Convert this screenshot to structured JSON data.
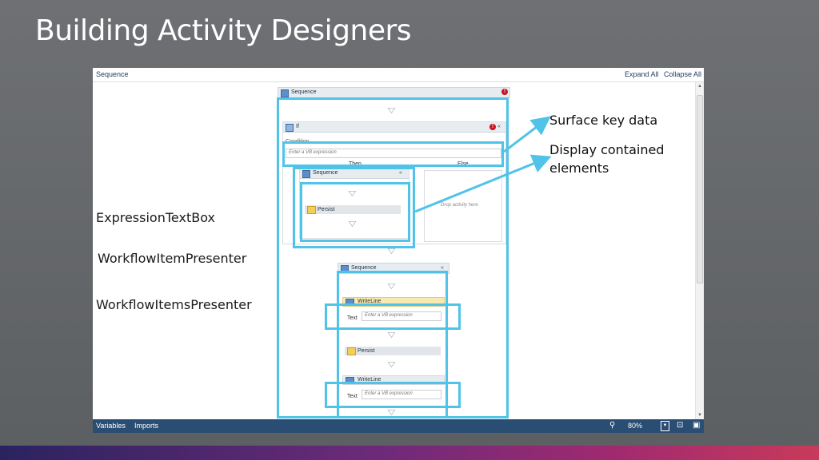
{
  "slide": {
    "title": "Building Activity Designers"
  },
  "designer": {
    "breadcrumb": "Sequence",
    "expand_all": "Expand All",
    "collapse_all": "Collapse All"
  },
  "activities": {
    "outer_sequence": "Sequence",
    "if_label": "If",
    "condition_label": "Condition",
    "condition_placeholder": "Enter a VB expression",
    "then_label": "Then",
    "else_label": "Else",
    "inner_sequence": "Sequence",
    "persist_label": "Persist",
    "drop_hint": "Drop activity here",
    "sequence2": "Sequence",
    "writeline_label": "WriteLine",
    "text_label": "Text",
    "text_placeholder": "Enter a VB expression",
    "persist2_label": "Persist",
    "writeline2_label": "WriteLine",
    "text2_label": "Text",
    "text2_placeholder": "Enter a VB expression"
  },
  "status_bar": {
    "variables": "Variables",
    "imports": "Imports",
    "zoom": "80%"
  },
  "callouts": {
    "surface_key_data": "Surface key data",
    "display_contained": "Display contained elements",
    "expression_textbox": "ExpressionTextBox",
    "workflow_item_presenter": "WorkflowItemPresenter",
    "workflow_items_presenter": "WorkflowItemsPresenter"
  },
  "colors": {
    "highlight": "#4fc3e8",
    "status_bar": "#2a4d73"
  }
}
